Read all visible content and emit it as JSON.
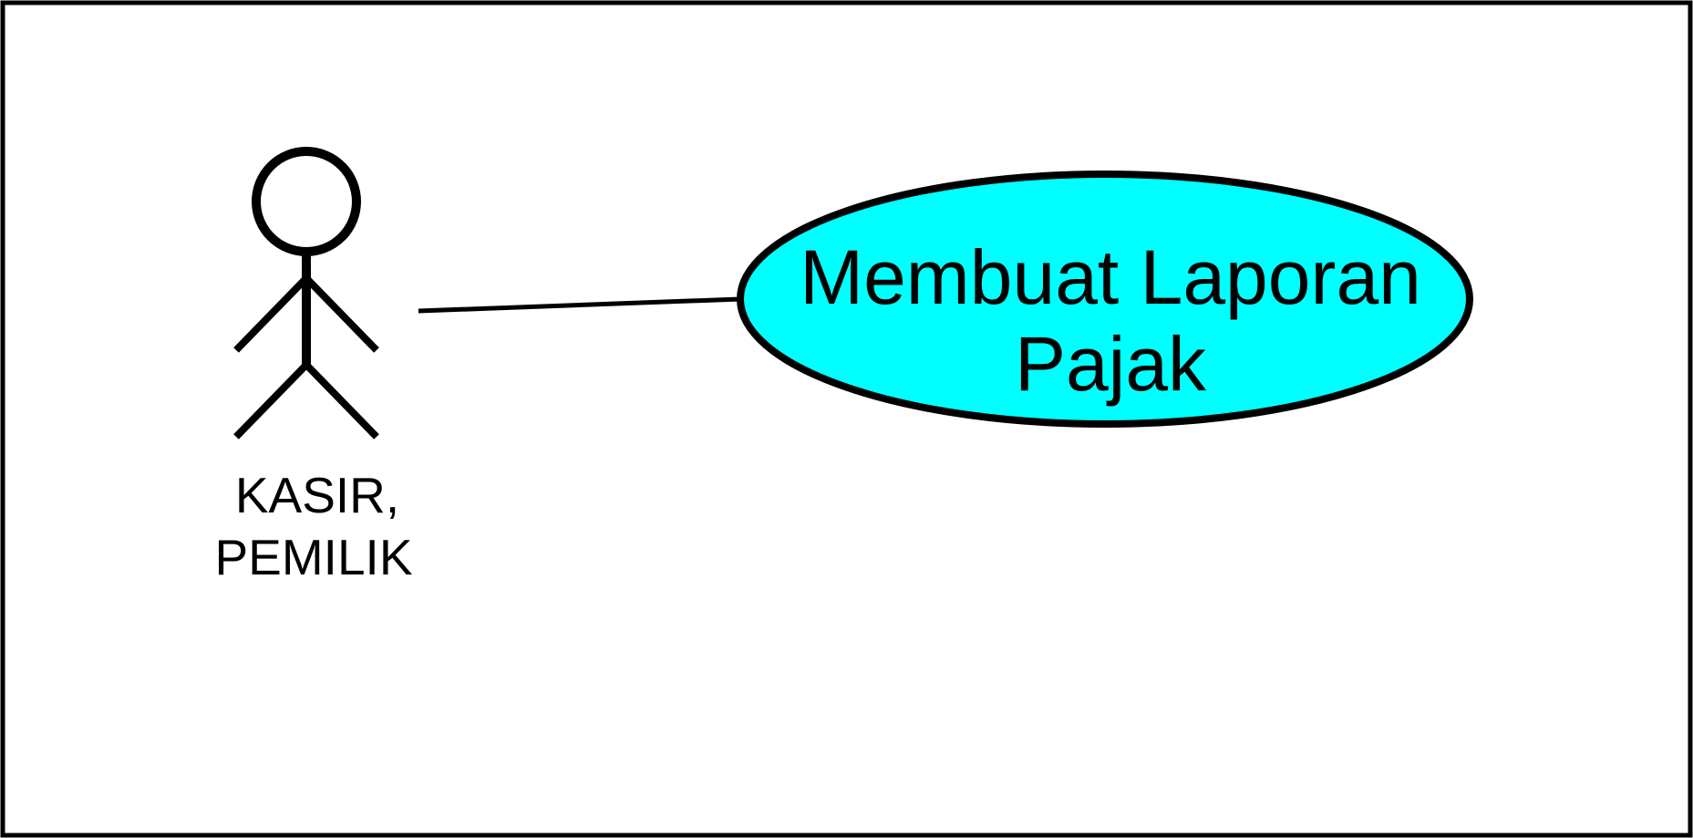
{
  "diagram": {
    "actor": {
      "label_line1": "KASIR,",
      "label_line2": "PEMILIK"
    },
    "use_case": {
      "label_line1": "Membuat Laporan",
      "label_line2": "Pajak",
      "fill_color": "#00FFFF"
    },
    "colors": {
      "stroke": "#000000",
      "background": "#FFFFFF"
    }
  }
}
